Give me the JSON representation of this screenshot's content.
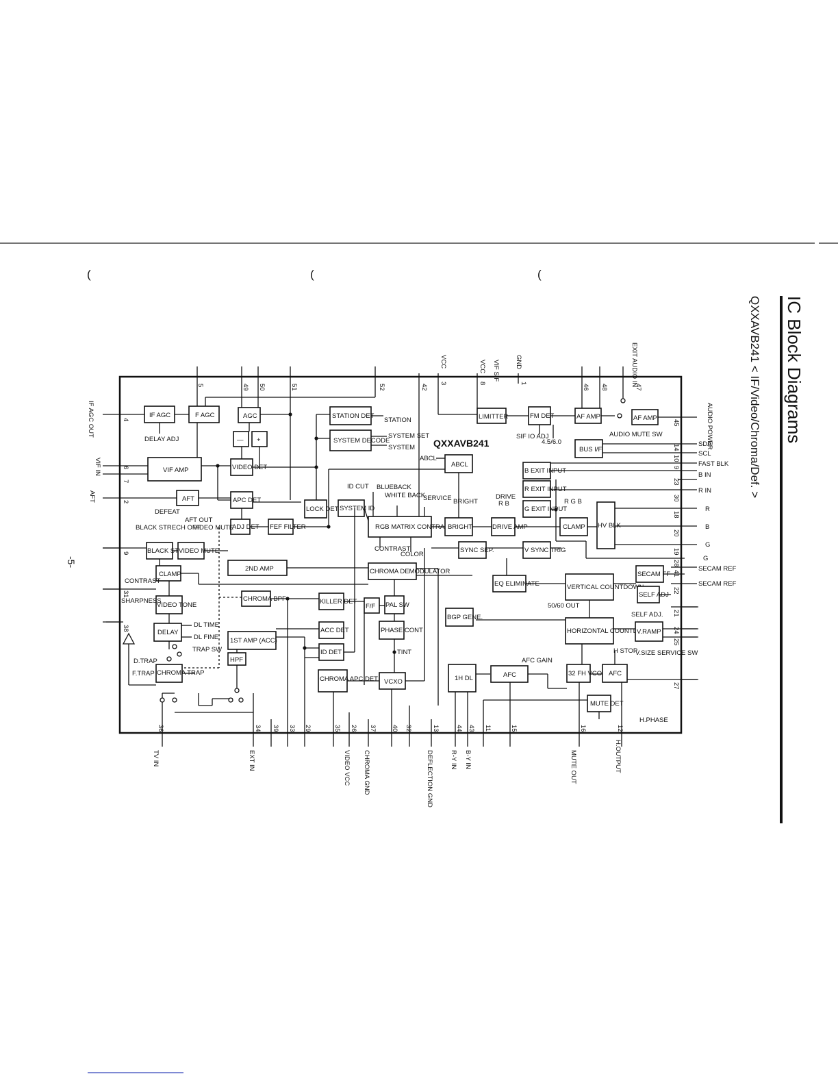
{
  "header": {
    "title": "IC Block Diagrams",
    "subtitle": "QXXAVB241 < IF/Video/Chroma/Def. >"
  },
  "page_number": "-5-",
  "chip_name": "QXXAVB241",
  "blocks": {
    "if_agc": "IF AGC",
    "f_agc": "F AGC",
    "agc": "AGC",
    "station_det": "STATION DET",
    "system_decode": "SYSTEM DECODE",
    "limiter": "LIMITTER",
    "fm_det": "FM DET",
    "af_amp_1": "AF AMP",
    "af_amp_2": "AF AMP",
    "bus_if": "BUS I/F",
    "abcl": "ABCL",
    "vif_amp": "VIF AMP",
    "video_det": "VIDEO DET",
    "apc_det": "APC DET",
    "aft": "AFT",
    "lock_det": "LOCK DET",
    "adj_det": "ADJ DET",
    "fef_filter": "FEF FILTER",
    "system_id": "SYSTEM ID",
    "rgb_matrix": "RGB MATRIX CONTRAST",
    "bright": "BRIGHT",
    "drive_amp": "DRIVE AMP",
    "clamp_rgb": "CLAMP",
    "hv_blk": "HV BLK",
    "b_exit": "B EXIT INPUT",
    "r_exit": "R EXIT INPUT",
    "g_exit": "G EXIT INPUT",
    "black_strech": "BLACK STRECH",
    "video_mute": "VIDEO MUTE",
    "clamp": "CLAMP",
    "amp_2nd": "2ND AMP",
    "chroma_demod": "CHROMA DEMODULATOR",
    "sync_sep": "SYNC SEP.",
    "v_sync_trig": "V SYNC TRIG",
    "eq_eliminate": "EQ ELIMINATE",
    "vertical_countdown": "VERTICAL COUNTDOWN",
    "secam_ff": "SECAM FF",
    "self_adj": "SELF ADJ",
    "video_tone": "VIDEO TONE",
    "chroma_bpf": "CHROMA BPF",
    "killer_det": "KILLER DET",
    "ff": "F/F",
    "pal_sw": "PAL SW",
    "bgp_gene": "BGP GENE.",
    "delay": "DELAY",
    "amp_1st": "1ST AMP (ACC)",
    "acc_det": "ACC DET",
    "phase_cont": "PHASE CONT",
    "horizontal_countdown": "HORIZONTAL COUNTDOWN",
    "v_ramp": "V.RAMP",
    "hpf": "HPF",
    "id_det": "ID DET",
    "chroma_trap": "CHROMA TRAP",
    "chroma_apc_det": "CHROMA APC DET",
    "vcxo": "VCXO",
    "dl_1h": "1H DL",
    "afc_1": "AFC",
    "vco_32fh": "32 FH VCO",
    "afc_2": "AFC",
    "mute_det": "MUTE DET"
  },
  "labels": {
    "station": "STATION",
    "system_set": "SYSTEM SET",
    "system": "SYSTEM",
    "delay_adj": "DELAY ADJ",
    "sif_io_adj": "SIF IO ADJ",
    "freq_45_60": "4.5/6.0",
    "audio_mute_sw": "AUDIO MUTE SW",
    "abcl_in": "ABCL",
    "id_cut": "ID CUT",
    "blueback": "BLUEBACK",
    "white_back": "WHITE BACK",
    "service": "SERVICE",
    "bright": "BRIGHT",
    "drive": "DRIVE",
    "rb_small": "R    B",
    "rgb_small": "R  G  B",
    "defeat": "DEFEAT",
    "aft_out": "AFT OUT",
    "black_strech_off": "BLACK STRECH OFF",
    "video_mute_lbl": "VIDEO MUTE",
    "contrast_1": "CONTRAST",
    "contrast_2": "CONTRAST",
    "color": "COLOR",
    "sharpness": "SHARPNESS",
    "dl_time": "DL TIME",
    "dl_fine": "DL FINE",
    "trap_sw": "TRAP SW",
    "d_trap": "D.TRAP",
    "f_trap": "F.TRAP",
    "tint": "TINT",
    "afc_gain": "AFC GAIN",
    "fifty_sixty_out": "50/60 OUT",
    "self_adj_lbl": "SELF ADJ.",
    "h_stop": "H STOP",
    "v_size_service_sw": "V.SIZE SERVICE SW",
    "h_phase": "H.PHASE"
  },
  "pins": {
    "p5": "5",
    "p49": "49",
    "p50": "50",
    "p51": "51",
    "p52": "52",
    "p42": "42",
    "p3": "3",
    "p8": "8",
    "p1": "1",
    "p46": "46",
    "p48": "48",
    "p47": "47",
    "p4": "4",
    "p6": "6",
    "p7": "7",
    "p2": "2",
    "p9": "9",
    "p31": "31",
    "p38": "38",
    "p45": "45",
    "p14": "14",
    "p10": "10",
    "p9r": "9",
    "p23": "23",
    "p30": "30",
    "p18": "18",
    "p20": "20",
    "p19": "19",
    "p28": "28",
    "p41": "41",
    "p22": "22",
    "p21": "21",
    "p24": "24",
    "p25": "25",
    "p27": "27",
    "p36": "36",
    "p34": "34",
    "p39": "39",
    "p33": "33",
    "p29": "29",
    "p35": "35",
    "p26": "26",
    "p37": "37",
    "p40": "40",
    "p32": "32",
    "p13": "13",
    "p44": "44",
    "p43": "43",
    "p11": "11",
    "p15": "15",
    "p16": "16",
    "p12": "12"
  },
  "signals": {
    "vcc_1": "VCC",
    "vcc_2": "VCC",
    "vif_sif": "VIF SIF",
    "gnd": "GND",
    "exit_audio_in": "EXIT AUDIO IN",
    "if_agc_out": "IF AGC OUT",
    "vif_in": "VIF IN",
    "aft": "AFT",
    "audio_power": "AUDIO POWER",
    "sda": "SDA",
    "scl": "SCL",
    "fast_blk": "FAST BLK",
    "b_in": "B IN",
    "r_in": "R IN",
    "r_out": "R",
    "b_out": "B",
    "g_out_1": "G",
    "g_out_2": "G",
    "secam_ref_1": "SECAM REF",
    "secam_ref_2": "SECAM REF",
    "tv_in": "TV IN",
    "ext_in": "EXT IN",
    "video_vcc": "VIDEO VCC",
    "chroma_gnd": "CHROMA GND",
    "deflection_gnd": "DEFLECTION GND",
    "ry_in": "R-Y IN",
    "by_in": "B-Y IN",
    "mute_out": "MUTE OUT",
    "h_output": "H.OUTPUT"
  }
}
